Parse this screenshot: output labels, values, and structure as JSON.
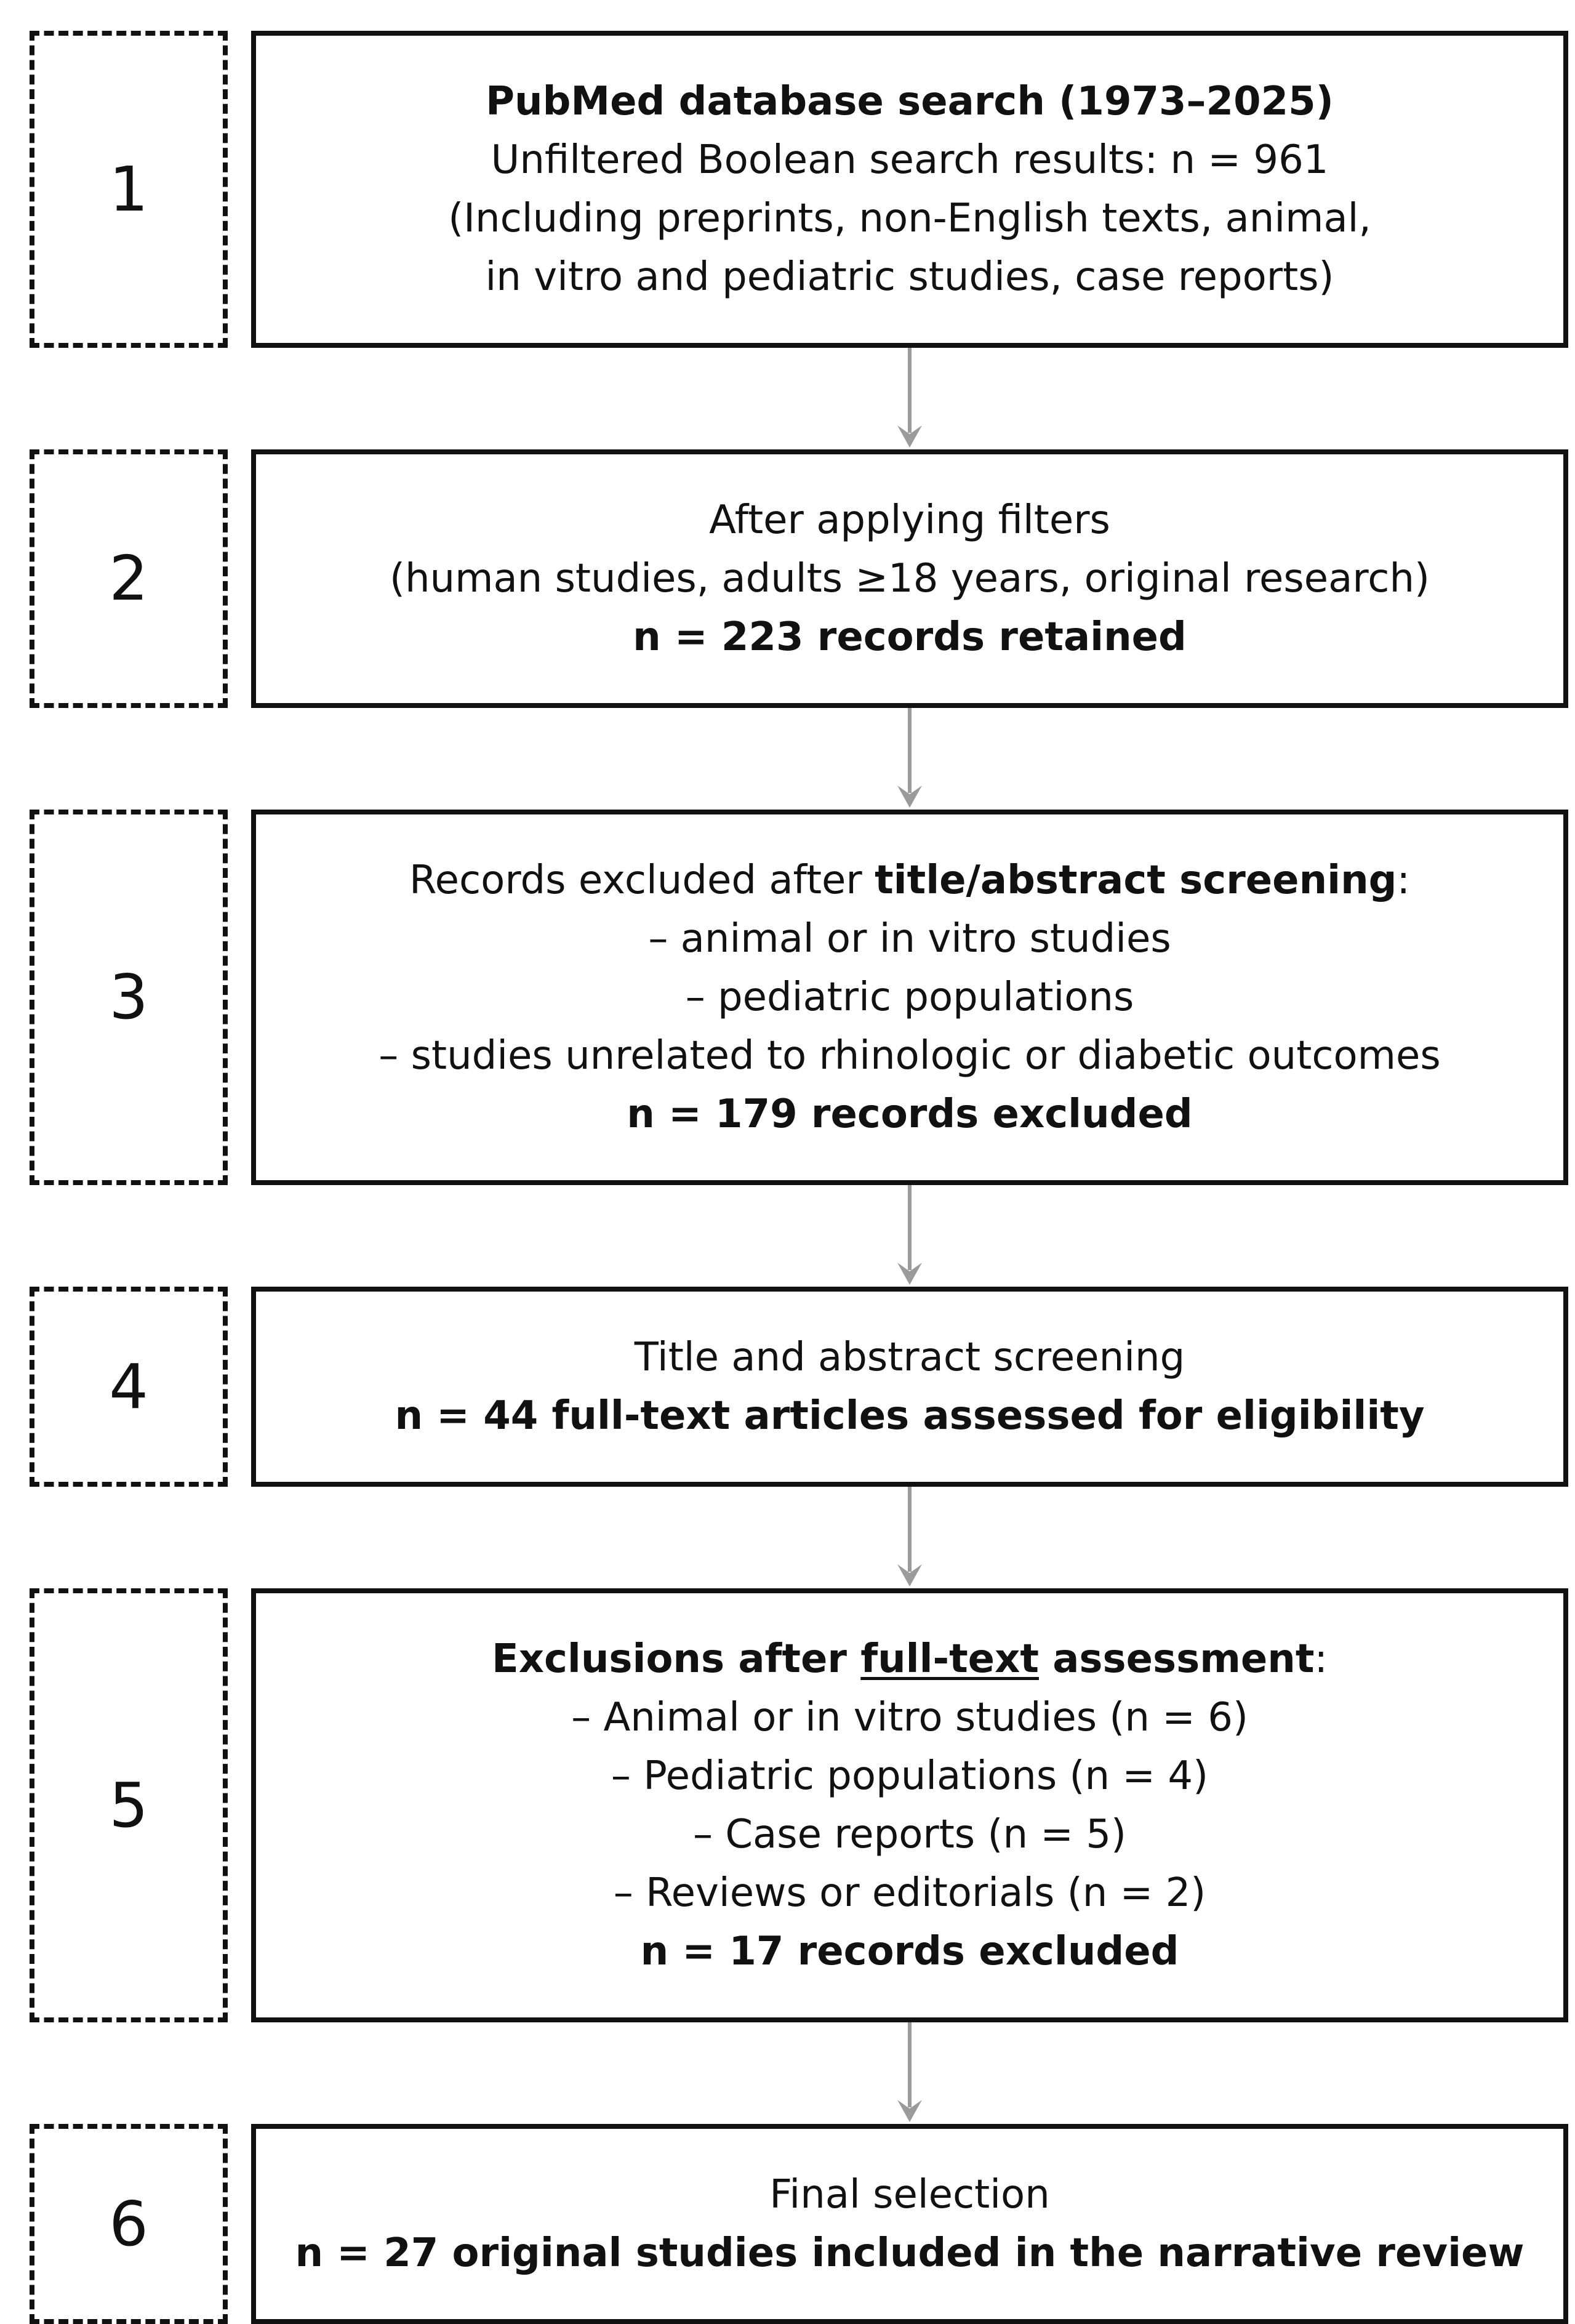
{
  "figure": {
    "type": "flowchart",
    "description": "Literature search and study selection flow diagram, 6 numbered stages",
    "background_color": "#ffffff",
    "box_border_color": "#111111",
    "arrow_color": "#9b9b9b"
  },
  "steps": [
    {
      "number": "1",
      "lines": [
        {
          "text": "PubMed database search (1973–2025)",
          "style": "bold"
        },
        {
          "text": "Unfiltered Boolean search results: n = 961",
          "style": "regular"
        },
        {
          "text": "(Including preprints, non-English texts, animal,",
          "style": "regular"
        },
        {
          "text": "in vitro and pediatric studies, case reports)",
          "style": "regular"
        }
      ]
    },
    {
      "number": "2",
      "lines": [
        {
          "text": "After applying filters",
          "style": "regular"
        },
        {
          "text": "(human studies, adults ≥18 years, original research)",
          "style": "regular"
        },
        {
          "text": "n = 223 records retained",
          "style": "bold"
        }
      ]
    },
    {
      "number": "3",
      "lines": [
        {
          "parts": [
            {
              "text": "Records excluded after ",
              "style": "regular"
            },
            {
              "text": "title/abstract screening",
              "style": "bold"
            },
            {
              "text": ":",
              "style": "regular"
            }
          ]
        },
        {
          "text": "– animal or in vitro studies",
          "style": "regular"
        },
        {
          "text": "– pediatric populations",
          "style": "regular"
        },
        {
          "text": "– studies unrelated to rhinologic or diabetic outcomes",
          "style": "regular"
        },
        {
          "text": "n = 179 records excluded",
          "style": "bold"
        }
      ]
    },
    {
      "number": "4",
      "lines": [
        {
          "text": "Title and abstract screening",
          "style": "regular"
        },
        {
          "text": "n = 44 full-text articles assessed for eligibility",
          "style": "bold"
        }
      ]
    },
    {
      "number": "5",
      "lines": [
        {
          "parts": [
            {
              "text": "Exclusions after ",
              "style": "bold"
            },
            {
              "text": "full-text",
              "style": "bold-underline"
            },
            {
              "text": " assessment",
              "style": "bold"
            },
            {
              "text": ":",
              "style": "regular"
            }
          ]
        },
        {
          "text": "– Animal or in vitro studies (n = 6)",
          "style": "regular"
        },
        {
          "text": "– Pediatric populations (n = 4)",
          "style": "regular"
        },
        {
          "text": "– Case reports (n = 5)",
          "style": "regular"
        },
        {
          "text": "– Reviews or editorials (n = 2)",
          "style": "regular"
        },
        {
          "text": "n = 17 records excluded",
          "style": "bold"
        }
      ]
    },
    {
      "number": "6",
      "lines": [
        {
          "text": "Final selection",
          "style": "regular"
        },
        {
          "text": "n = 27 original studies included in the narrative review",
          "style": "bold"
        }
      ]
    }
  ]
}
